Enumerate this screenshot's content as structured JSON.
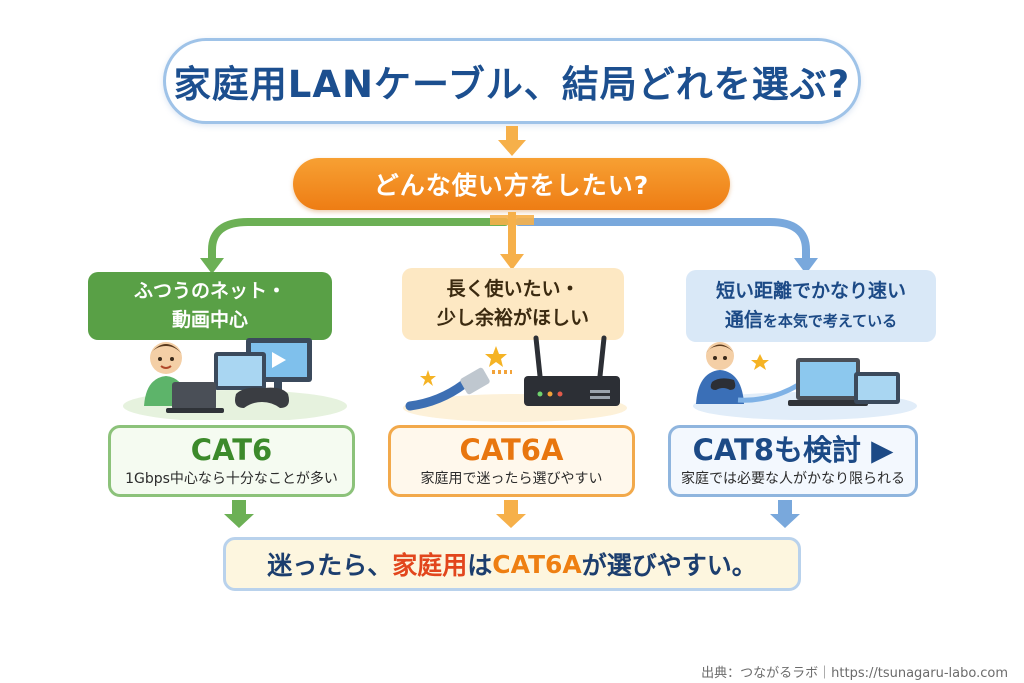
{
  "title": "家庭用LANケーブル、結局どれを選ぶ?",
  "question": "どんな使い方をしたい?",
  "needs": [
    {
      "lines": [
        "ふつうのネット・",
        "動画中心"
      ]
    },
    {
      "lines": [
        "長く使いたい・",
        "少し余裕がほしい"
      ]
    },
    {
      "lines": [
        "短い距離でかなり速い",
        "通信",
        "を本気で考えている"
      ]
    }
  ],
  "cables": [
    {
      "name": "CAT6",
      "desc": "1Gbps中心なら十分なことが多い"
    },
    {
      "name": "CAT6A",
      "desc": "家庭用で迷ったら選びやすい"
    },
    {
      "name": "CAT8も検討 ▶",
      "desc": "家庭では必要な人がかなり限られる"
    }
  ],
  "summary": {
    "part1": "迷ったら、",
    "part2": "家庭用",
    "part3": "は",
    "part4": "CAT6A",
    "part5": "が選びやすい。"
  },
  "credit": "出典：つながるラボ｜https://tsunagaru-labo.com",
  "colors": {
    "green": "#59a046",
    "orange": "#ee7d14",
    "blue": "#4f86c6",
    "navy": "#1c4f8f"
  }
}
